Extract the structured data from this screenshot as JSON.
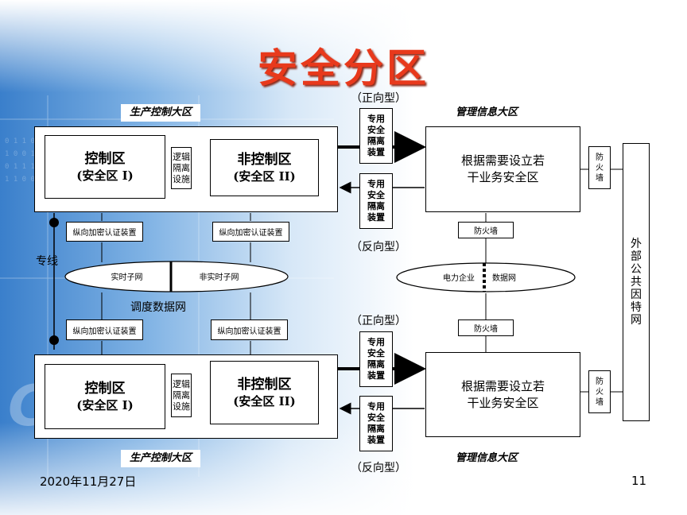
{
  "title": "安全分区",
  "production_label": "生产控制大区",
  "management_label": "管理信息大区",
  "forward_type": "（正向型）",
  "reverse_type": "（反向型）",
  "control_zone": {
    "name": "控制区",
    "sub": "(安全区 I)"
  },
  "noncontrol_zone": {
    "name": "非控制区",
    "sub": "(安全区 II)"
  },
  "logic_isolation": [
    "逻辑",
    "隔离",
    "设施"
  ],
  "isolation_device": [
    "专用",
    "安全",
    "隔离",
    "装置"
  ],
  "management_zone": [
    "根据需要设立若",
    "干业务安全区"
  ],
  "firewall_vertical": [
    "防",
    "火",
    "墙"
  ],
  "firewall": "防火墙",
  "encryption_device": "纵向加密认证装置",
  "realtime_subnet": "实时子网",
  "nonrealtime_subnet": "非实时子网",
  "dispatch_network": "调度数据网",
  "dedicated_line": "专线",
  "power_enterprise": "电力企业",
  "data_network": "数据网",
  "external_internet": [
    "外",
    "部",
    "公",
    "共",
    "因",
    "特",
    "网"
  ],
  "date": "2020年11月27日",
  "page_number": "11",
  "colors": {
    "title": "#e8391c",
    "bg_blue": "#3f86cf"
  }
}
